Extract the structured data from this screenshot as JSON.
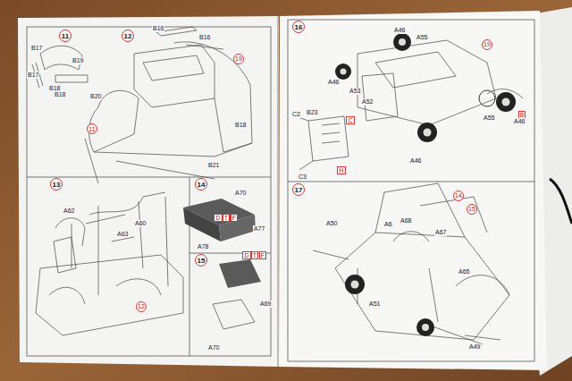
{
  "diagram": {
    "nodes": [
      {
        "text": [
          "11"
        ]
      },
      {
        "text": [
          "12"
        ]
      },
      {
        "text": [
          "13"
        ]
      },
      {
        "text": [
          "14"
        ]
      },
      {
        "text": [
          "15"
        ]
      },
      {
        "text": [
          "16"
        ]
      },
      {
        "text": [
          "17"
        ]
      },
      {
        "text": [
          "D"
        ]
      },
      {
        "text": [
          "T"
        ]
      },
      {
        "text": [
          "F"
        ]
      },
      {
        "text": [
          "D"
        ]
      },
      {
        "text": [
          "T"
        ]
      },
      {
        "text": [
          "F"
        ]
      },
      {
        "text": [
          "C"
        ]
      },
      {
        "text": [
          "H"
        ]
      },
      {
        "text": [
          "B"
        ]
      },
      {
        "text": [
          "19"
        ]
      },
      {
        "text": [
          "14"
        ]
      },
      {
        "text": [
          "15"
        ]
      },
      {
        "text": [
          "19"
        ]
      },
      {
        "text": [
          "11"
        ]
      },
      {
        "text": [
          "12"
        ]
      }
    ],
    "labels": [
      "B17",
      "B17",
      "B18",
      "B19",
      "B18",
      "B20",
      "B16",
      "B16",
      "B21",
      "B18",
      "A62",
      "A63",
      "A60",
      "A70",
      "A77",
      "A78",
      "A69",
      "A70",
      "A46",
      "A55",
      "A46",
      "A53",
      "A52",
      "C2",
      "B23",
      "C3",
      "A46",
      "A55",
      "A46",
      "A50",
      "A6",
      "A68",
      "A67",
      "A65",
      "A51",
      "A49"
    ]
  }
}
